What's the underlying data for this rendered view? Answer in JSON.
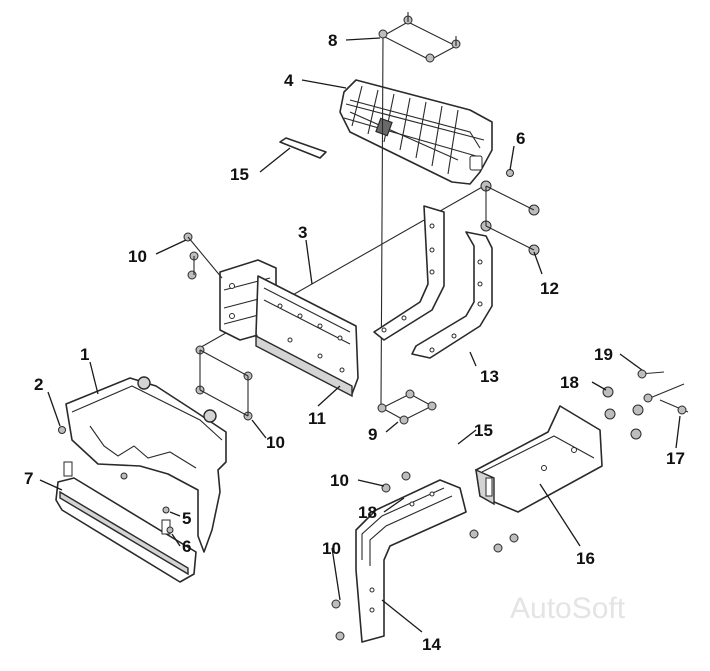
{
  "callouts": {
    "c1": "1",
    "c2": "2",
    "c3": "3",
    "c4": "4",
    "c5": "5",
    "c6a": "6",
    "c6b": "6",
    "c7": "7",
    "c8": "8",
    "c9": "9",
    "c10a": "10",
    "c10b": "10",
    "c10c": "10",
    "c10d": "10",
    "c11": "11",
    "c12": "12",
    "c13": "13",
    "c14": "14",
    "c15a": "15",
    "c15b": "15",
    "c16": "16",
    "c17": "17",
    "c18a": "18",
    "c18b": "18",
    "c19": "19"
  },
  "watermark": "AutoSoft"
}
